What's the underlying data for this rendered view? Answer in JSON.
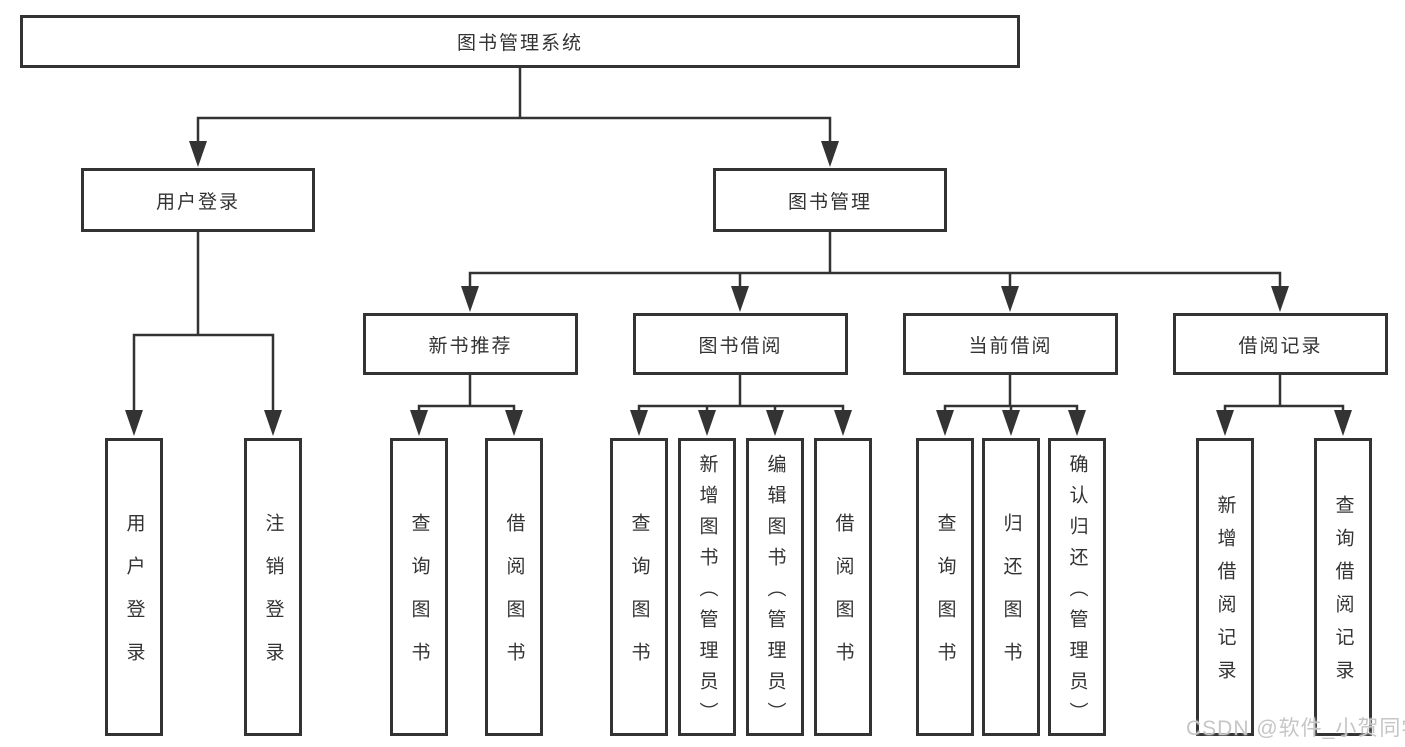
{
  "tree": {
    "label": "图书管理系统",
    "children": [
      {
        "label": "用户登录",
        "children": [
          {
            "label": "用户登录"
          },
          {
            "label": "注销登录"
          }
        ]
      },
      {
        "label": "图书管理",
        "children": [
          {
            "label": "新书推荐",
            "children": [
              {
                "label": "查询图书"
              },
              {
                "label": "借阅图书"
              }
            ]
          },
          {
            "label": "图书借阅",
            "children": [
              {
                "label": "查询图书"
              },
              {
                "label": "新增图书（管理员）"
              },
              {
                "label": "编辑图书（管理员）"
              },
              {
                "label": "借阅图书"
              }
            ]
          },
          {
            "label": "当前借阅",
            "children": [
              {
                "label": "查询图书"
              },
              {
                "label": "归还图书"
              },
              {
                "label": "确认归还（管理员）"
              }
            ]
          },
          {
            "label": "借阅记录",
            "children": [
              {
                "label": "新增借阅记录"
              },
              {
                "label": "查询借阅记录"
              }
            ]
          }
        ]
      }
    ]
  },
  "watermark": "CSDN @软件_小贺同学",
  "colors": {
    "line": "#333333",
    "box_border": "#333333",
    "box_fill": "#ffffff",
    "text": "#333333",
    "watermark": "#c6c6c6"
  }
}
